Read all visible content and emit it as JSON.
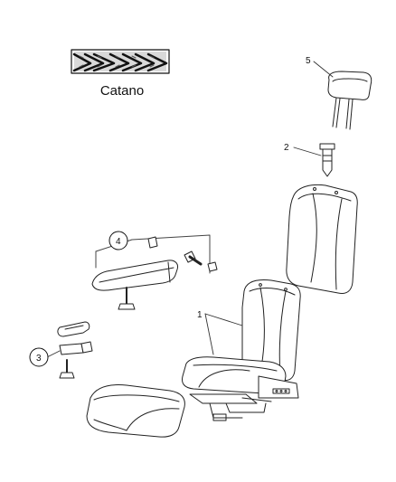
{
  "fabric": {
    "name": "Catano"
  },
  "callouts": {
    "c1": "1",
    "c2": "2",
    "c3": "3",
    "c4": "4",
    "c5": "5"
  },
  "colors": {
    "line": "#222222",
    "paper": "#ffffff"
  }
}
